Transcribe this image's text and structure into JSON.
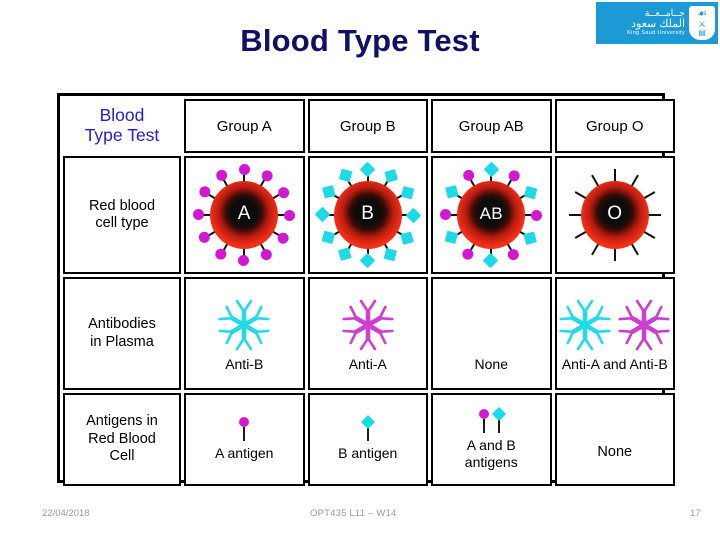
{
  "logo": {
    "arabic_line1": "جــامــعــة",
    "arabic_line2": "الملك سعود",
    "english": "King Saud University",
    "shield_palm": "🌴",
    "brand_color": "#1b9ad6"
  },
  "title": "Blood Type Test",
  "title_color": "#101066",
  "table": {
    "corner_label": "Blood\nType Test",
    "corner_color": "#2222c8",
    "columns": [
      "Group A",
      "Group B",
      "Group AB",
      "Group O"
    ],
    "rows": [
      {
        "label": "Red blood\ncell type",
        "cells": [
          {
            "cell_letter": "A",
            "antigens": "A",
            "marker_sequence": [
              "circ",
              "circ",
              "circ",
              "circ",
              "circ",
              "circ",
              "circ",
              "circ",
              "circ",
              "circ",
              "circ",
              "circ"
            ]
          },
          {
            "cell_letter": "B",
            "antigens": "B",
            "marker_sequence": [
              "diam",
              "diam",
              "diam",
              "diam",
              "diam",
              "diam",
              "diam",
              "diam",
              "diam",
              "diam",
              "diam",
              "diam"
            ]
          },
          {
            "cell_letter": "AB",
            "antigens": "A and B",
            "marker_sequence": [
              "diam",
              "circ",
              "diam",
              "circ",
              "diam",
              "circ",
              "diam",
              "circ",
              "diam",
              "circ",
              "diam",
              "circ"
            ]
          },
          {
            "cell_letter": "O",
            "antigens": "none",
            "marker_sequence": [
              "bare",
              "bare",
              "bare",
              "bare",
              "bare",
              "bare",
              "bare",
              "bare",
              "bare",
              "bare",
              "bare",
              "bare"
            ]
          }
        ]
      },
      {
        "label": "Antibodies\nin Plasma",
        "cells": [
          {
            "clusters": [
              "cyan"
            ],
            "caption": "Anti-B"
          },
          {
            "clusters": [
              "magenta"
            ],
            "caption": "Anti-A"
          },
          {
            "clusters": [],
            "caption": "None"
          },
          {
            "clusters": [
              "cyan",
              "magenta"
            ],
            "caption": "Anti-A and Anti-B"
          }
        ]
      },
      {
        "label": "Antigens in\nRed Blood\nCell",
        "cells": [
          {
            "pins": [
              "circ"
            ],
            "caption": "A antigen"
          },
          {
            "pins": [
              "diam"
            ],
            "caption": "B antigen"
          },
          {
            "pins": [
              "circ",
              "diam"
            ],
            "caption": "A and B\nantigens"
          },
          {
            "pins": [],
            "caption": "None"
          }
        ]
      }
    ]
  },
  "colors": {
    "antigen_a": "#d318d3",
    "antigen_b": "#18dbe8",
    "cell_red": "#f02d16",
    "cell_core": "#0a0a0a"
  },
  "footer": {
    "date": "22/04/2018",
    "center": "OPT435   L11 –  W14",
    "page": "17"
  }
}
